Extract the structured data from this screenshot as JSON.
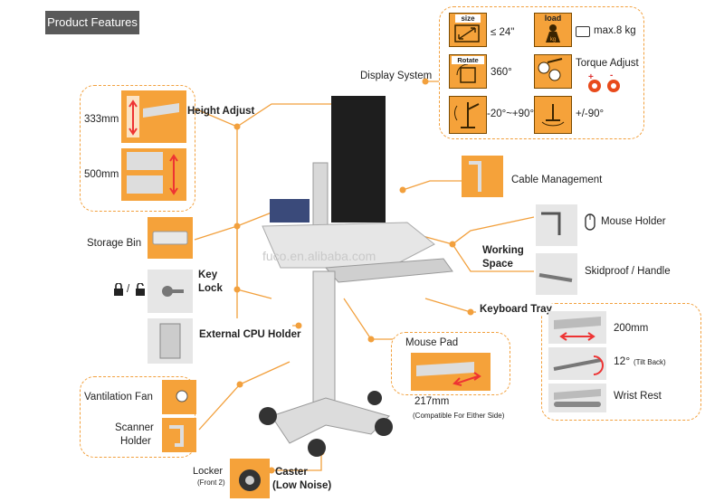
{
  "header": {
    "title": "Product Features"
  },
  "watermark": "fuco.en.alibaba.com",
  "display_system": {
    "title": "Display System",
    "size_label": "size",
    "size_value": "≤ 24\"",
    "load_label": "load",
    "load_unit": "kg",
    "load_value": "max.8 kg",
    "rotate_label": "Rotate",
    "rotate_value": "360°",
    "torque_label": "Torque Adjust",
    "torque_plus": "+",
    "torque_minus": "-",
    "tilt_value": "-20°~+90°",
    "swivel_value": "+/-90°"
  },
  "height_adjust": {
    "title": "Height Adjust",
    "min": "333mm",
    "max": "500mm"
  },
  "storage_bin": {
    "label": "Storage Bin"
  },
  "key_lock": {
    "label_line1": "Key",
    "label_line2": "Lock",
    "slash": "/"
  },
  "cpu_holder": {
    "label": "External CPU Holder"
  },
  "ventilation": {
    "label": "Vantilation Fan"
  },
  "scanner": {
    "label_line1": "Scanner",
    "label_line2": "Holder"
  },
  "locker": {
    "label": "Locker",
    "sub": "(Front 2)"
  },
  "caster": {
    "label": "Caster",
    "sub": "(Low Noise)"
  },
  "cable_management": {
    "label": "Cable Management"
  },
  "mouse_holder": {
    "label": "Mouse Holder"
  },
  "working_space": {
    "label_line1": "Working",
    "label_line2": "Space"
  },
  "skidproof": {
    "label": "Skidproof / Handle"
  },
  "keyboard_tray": {
    "title": "Keyboard Tray",
    "depth": "200mm",
    "tilt_value": "12°",
    "tilt_note": "(Tilt Back)",
    "wrist_rest": "Wrist Rest"
  },
  "mouse_pad": {
    "title": "Mouse Pad",
    "value": "217mm",
    "note": "(Compatible For Either Side)"
  },
  "colors": {
    "accent": "#f5a23a",
    "line": "#f2a03d",
    "tag": "#5a5a5a"
  }
}
